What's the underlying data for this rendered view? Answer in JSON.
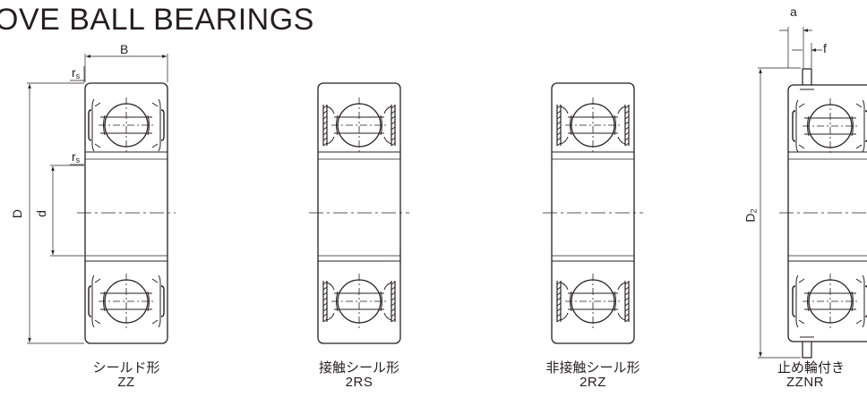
{
  "title": "OVE BALL BEARINGS",
  "dimensions": {
    "B": "B",
    "rs_base": "r",
    "rs_sub": "s",
    "D": "D",
    "d": "d",
    "a": "a",
    "f": "f",
    "D2_base": "D",
    "D2_sub": "2"
  },
  "variants": [
    {
      "name": "シールド形",
      "code": "ZZ"
    },
    {
      "name": "接触シール形",
      "code": "2RS"
    },
    {
      "name": "非接触シール形",
      "code": "2RZ"
    },
    {
      "name": "止め輪付き",
      "code": "ZZNR"
    }
  ],
  "colors": {
    "line": "#231f20",
    "background": "#ffffff"
  }
}
